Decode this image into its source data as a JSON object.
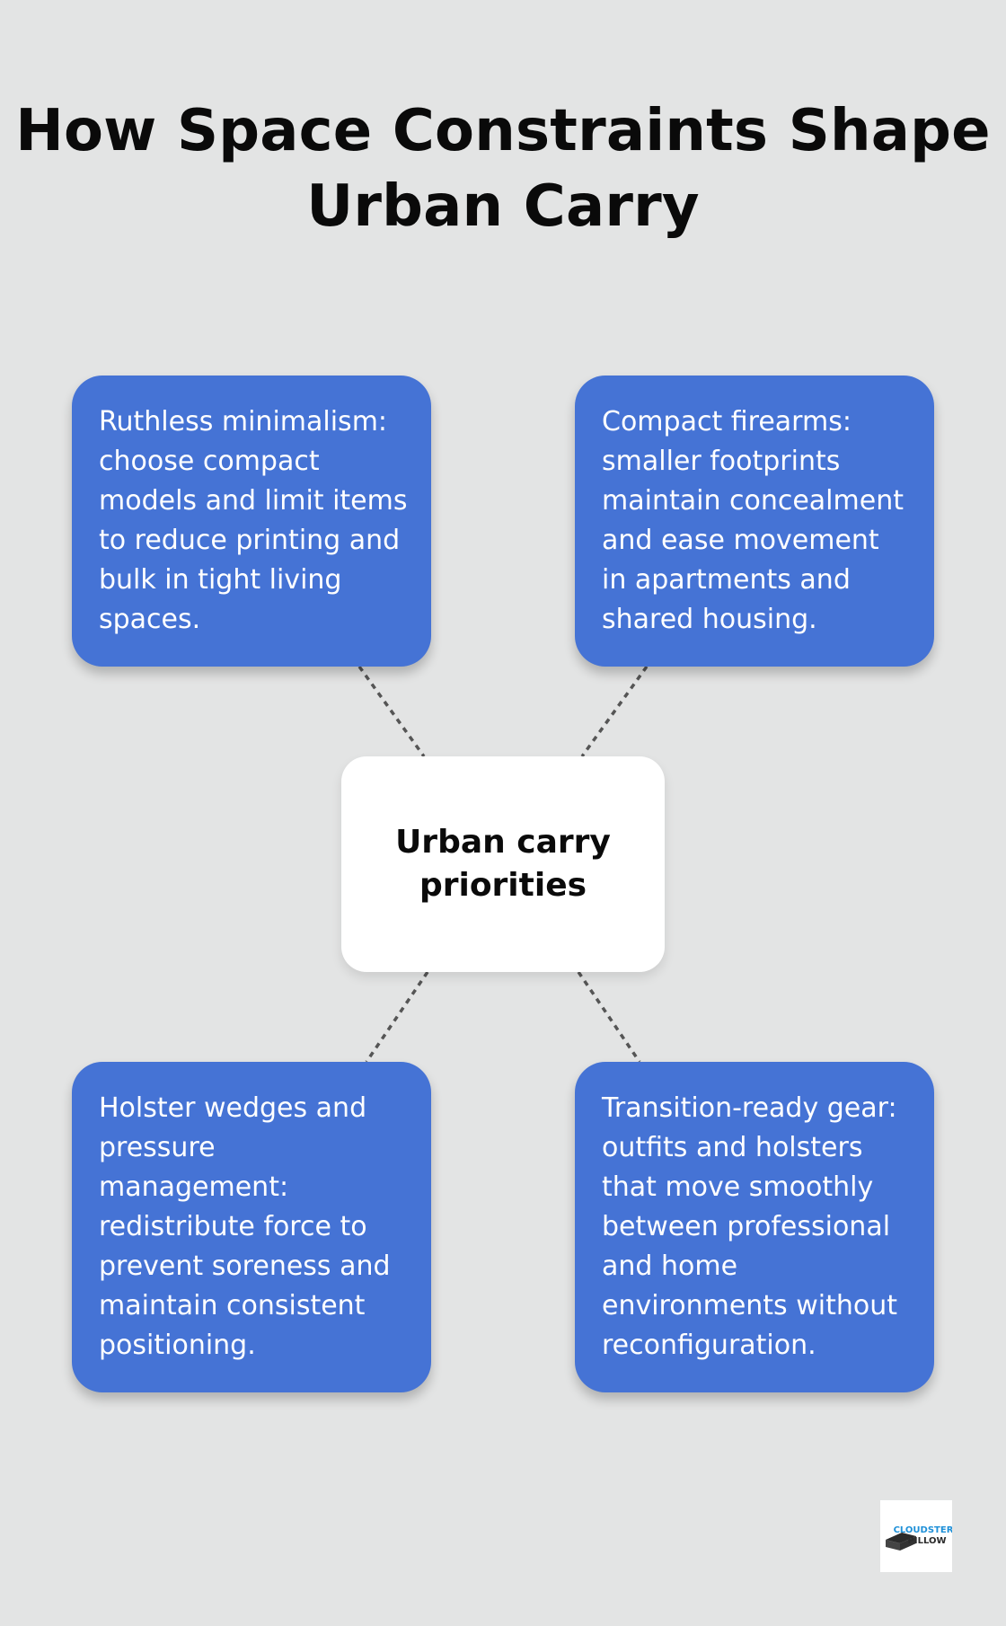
{
  "title": {
    "line1": "How Space Constraints Shape",
    "line2": "Urban Carry"
  },
  "center": {
    "label": "Urban carry priorities"
  },
  "cards": [
    {
      "id": "top-left",
      "text": "Ruthless minimalism: choose compact models and limit items to reduce printing and bulk in tight living spaces."
    },
    {
      "id": "top-right",
      "text": "Compact firearms: smaller footprints maintain concealment and ease movement in apartments and shared housing."
    },
    {
      "id": "bottom-left",
      "text": "Holster wedges and pressure management: redistribute force to prevent soreness and maintain consistent positioning."
    },
    {
      "id": "bottom-right",
      "text": "Transition-ready gear: outfits and holsters that move smoothly between professional and home environments without reconfiguration."
    }
  ],
  "colors": {
    "background": "#e3e4e4",
    "card": "#4573d5",
    "card_text": "#ffffff",
    "center_card": "#ffffff",
    "connector": "#555555"
  },
  "logo": {
    "icon": "cloudster-pillow-logo",
    "text": "CLOUDSTER PILLOW"
  }
}
